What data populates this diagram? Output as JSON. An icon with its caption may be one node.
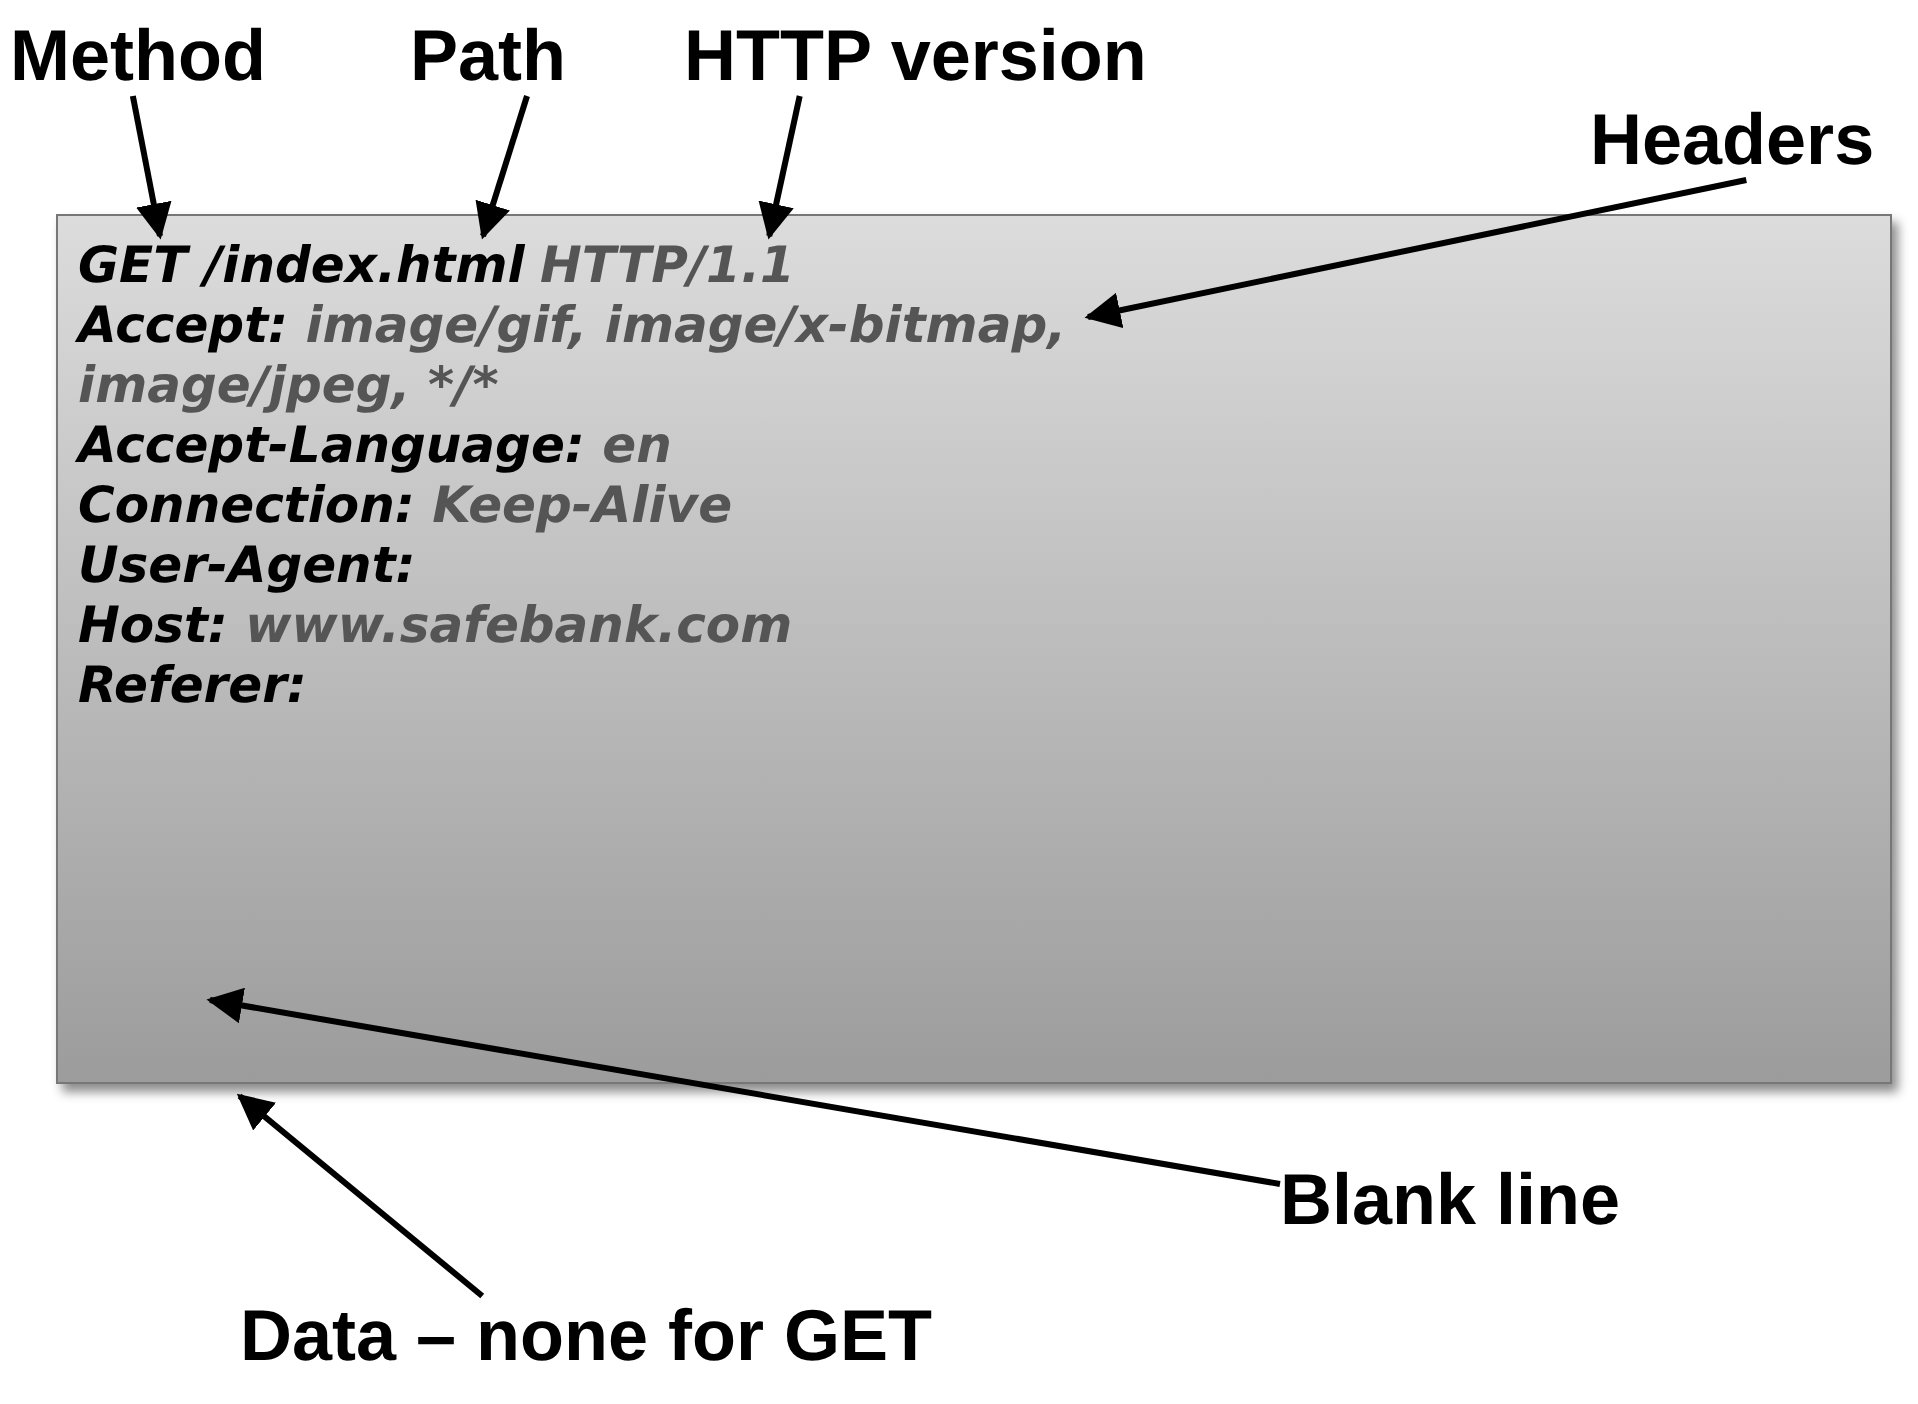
{
  "diagram": {
    "nodes": [
      {
        "text": [
          "Method"
        ]
      },
      {
        "text": [
          "Path"
        ]
      },
      {
        "text": [
          "HTTP version"
        ]
      },
      {
        "text": [
          "Headers"
        ]
      },
      {
        "text": [
          "Blank line"
        ]
      },
      {
        "text": [
          "Data – none for GET"
        ]
      },
      {
        "text": [],
        "shape": "box"
      },
      {
        "text": [
          "GET"
        ],
        "in": 6
      },
      {
        "text": [
          "/index.html"
        ],
        "in": 6
      },
      {
        "text": [
          "HTTP/1.1"
        ],
        "in": 6
      },
      {
        "text": [
          "Accept: image/gif, image/x-bitmap, image/jpeg, */*",
          "Accept-Language: en",
          "Connection: Keep-Alive",
          "User-Agent:",
          "Host: www.safebank.com",
          "Referer:"
        ],
        "in": 6
      }
    ],
    "edges": [
      {
        "from": 0,
        "to": 7,
        "arrow": "to"
      },
      {
        "from": 1,
        "to": 8,
        "arrow": "to"
      },
      {
        "from": 2,
        "to": 9,
        "arrow": "to"
      },
      {
        "from": 3,
        "to": 10,
        "arrow": "to"
      },
      {
        "from": 4,
        "to": null,
        "arrow": "to"
      },
      {
        "from": 5,
        "to": 6,
        "arrow": "to"
      }
    ]
  }
}
